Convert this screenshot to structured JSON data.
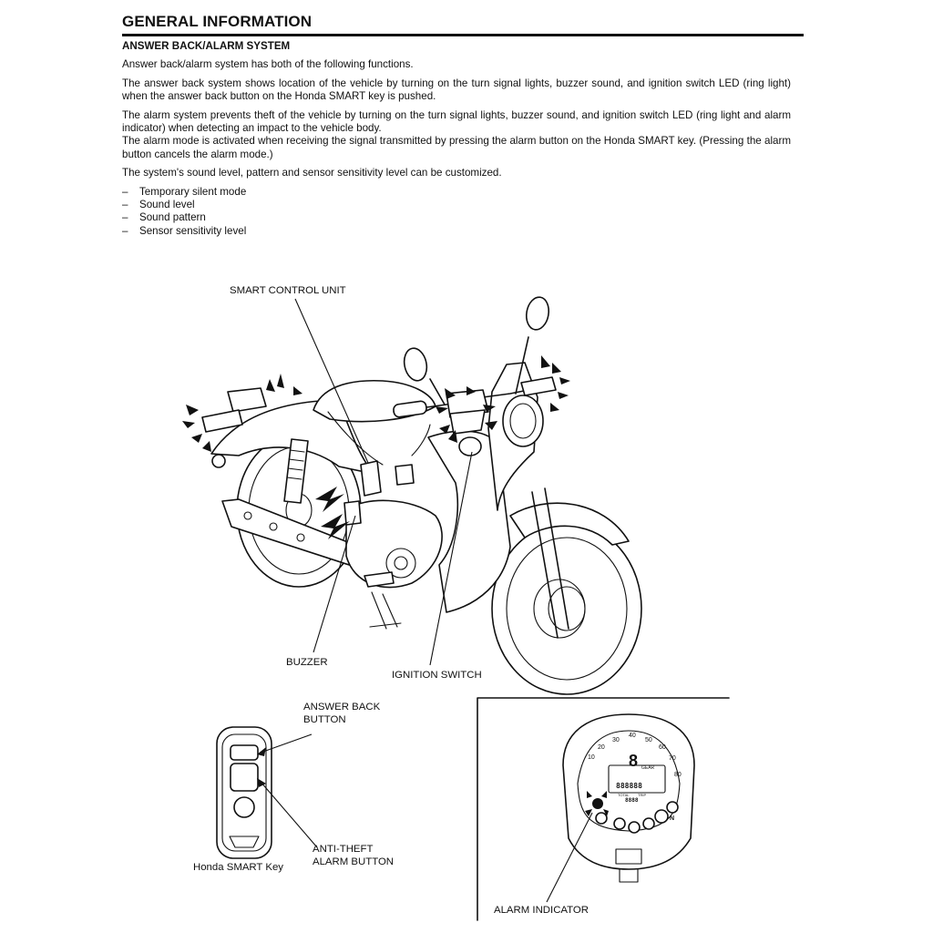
{
  "header": {
    "title": "GENERAL INFORMATION"
  },
  "section": {
    "heading": "ANSWER BACK/ALARM SYSTEM",
    "paragraphs": [
      "Answer back/alarm system has both of the following functions.",
      "The answer back system shows location of the vehicle by turning on the turn signal lights, buzzer sound, and ignition switch LED (ring light) when the answer back button on the Honda SMART key is pushed.",
      "The alarm system prevents theft of the vehicle by turning on the turn signal lights, buzzer sound, and ignition switch LED (ring light and alarm indicator) when detecting an impact to the vehicle body.",
      "The alarm mode is activated when receiving the signal transmitted by pressing the alarm button on the Honda SMART key. (Pressing the alarm button cancels the alarm mode.)",
      "The system's sound level, pattern and sensor sensitivity level can be customized."
    ],
    "list": [
      "Temporary silent mode",
      "Sound level",
      "Sound pattern",
      "Sensor sensitivity level"
    ],
    "list_marker": "–"
  },
  "figure": {
    "labels": {
      "smart_control_unit": "SMART CONTROL UNIT",
      "buzzer": "BUZZER",
      "ignition_switch": "IGNITION SWITCH",
      "answer_back_button": "ANSWER BACK\nBUTTON",
      "anti_theft_alarm_button": "ANTI-THEFT\nALARM BUTTON",
      "honda_smart_key": "Honda SMART Key",
      "alarm_indicator": "ALARM INDICATOR"
    },
    "meter": {
      "speed_ticks": [
        "10",
        "20",
        "30",
        "40",
        "50",
        "60",
        "70",
        "80"
      ],
      "gear_digit": "8",
      "gear_label": "GEAR",
      "odometer_digits": "888888",
      "clock_digits": "8888",
      "total_label": "TOTAL",
      "trip_label": "TRIP",
      "neutral_letter": "N"
    }
  }
}
